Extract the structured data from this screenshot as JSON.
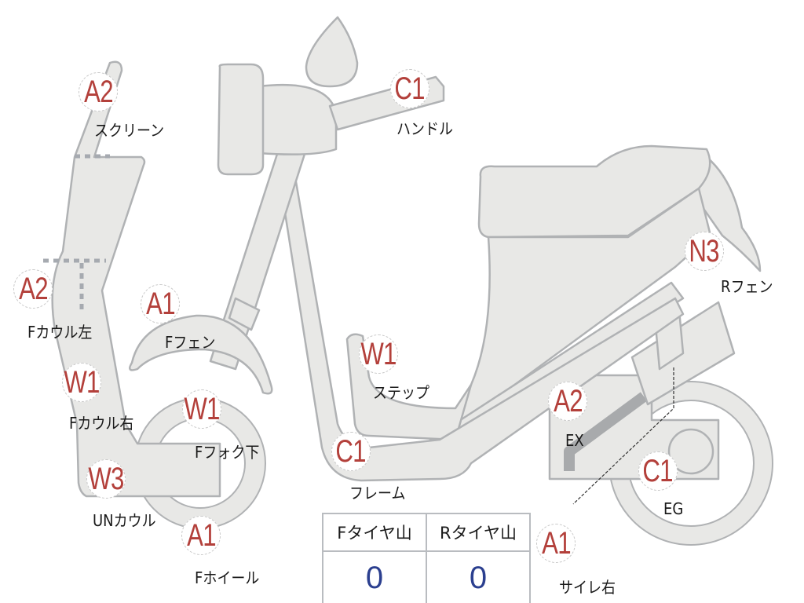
{
  "colors": {
    "part_fill": "#e8e8e6",
    "part_stroke": "#b0b2b4",
    "code": "#b3403b",
    "value": "#2b3f8f"
  },
  "parts": [
    {
      "code": "A2",
      "label": "スクリーン"
    },
    {
      "code": "C1",
      "label": "ハンドル"
    },
    {
      "code": "A2",
      "label": "Fカウル左"
    },
    {
      "code": "A1",
      "label": "Fフェン"
    },
    {
      "code": "W1",
      "label": "ステップ"
    },
    {
      "code": "W1",
      "label": "Fカウル右"
    },
    {
      "code": "W1",
      "label": "Fフォク下"
    },
    {
      "code": "A2",
      "label": "EX"
    },
    {
      "code": "C1",
      "label": "フレーム"
    },
    {
      "code": "W3",
      "label": "UNカウル"
    },
    {
      "code": "C1",
      "label": "EG"
    },
    {
      "code": "A1",
      "label": "Fホイール"
    },
    {
      "code": "N3",
      "label": "Rフェン"
    },
    {
      "code": "A1",
      "label": "サイレ右"
    }
  ],
  "tire_table": {
    "headers": [
      "Fタイヤ山",
      "Rタイヤ山"
    ],
    "values": [
      "0",
      "0"
    ]
  }
}
